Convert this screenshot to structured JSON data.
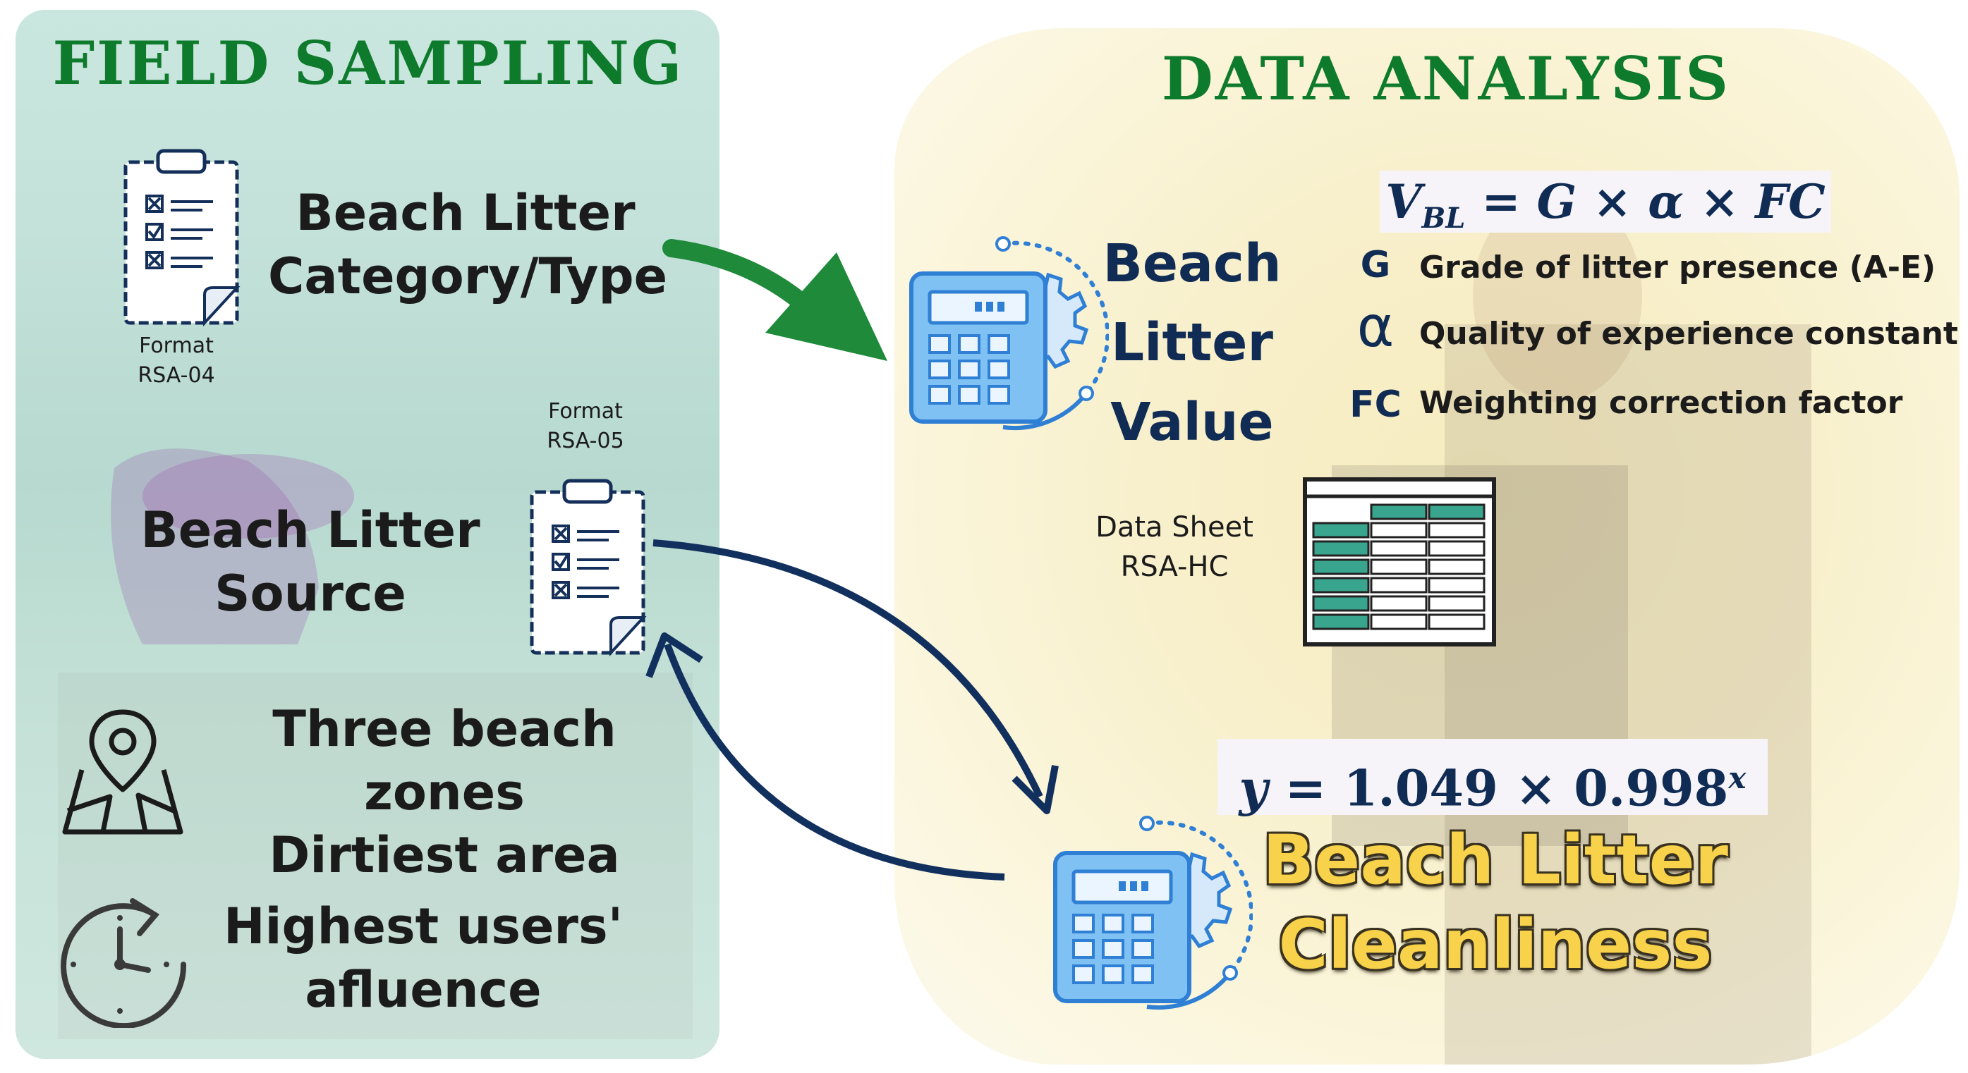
{
  "field_sampling": {
    "title": "FIELD SAMPLING",
    "item1": {
      "line1": "Beach Litter",
      "line2": "Category/Type",
      "format_line1": "Format",
      "format_line2": "RSA-04"
    },
    "item2": {
      "line1": "Beach Litter",
      "line2": "Source",
      "format_line1": "Format",
      "format_line2": "RSA-05"
    },
    "item3": {
      "line1": "Three beach zones",
      "line2": "Dirtiest area"
    },
    "item4": {
      "line1": "Highest users'",
      "line2": "afluence"
    }
  },
  "data_analysis": {
    "title": "DATA ANALYSIS",
    "value_label": {
      "line1": "Beach",
      "line2": "Litter",
      "line3": "Value"
    },
    "formula": {
      "lhs": "V",
      "lhs_sub": "BL",
      "rhs": " = G × α × FC"
    },
    "legend": [
      {
        "symbol": "G",
        "text": "Grade of litter presence (A-E)"
      },
      {
        "symbol": "α",
        "text": "Quality of experience constant"
      },
      {
        "symbol": "FC",
        "text": "Weighting correction factor"
      }
    ],
    "datasheet": {
      "line1": "Data Sheet",
      "line2": "RSA-HC"
    },
    "equation": {
      "lhs": "y",
      "mid": " = 1.049 × 0.998",
      "exp": "x"
    },
    "cleanliness": {
      "line1": "Beach Litter",
      "line2": "Cleanliness"
    }
  },
  "colors": {
    "green": "#0e7a2c",
    "navy": "#102c55",
    "accent_blue": "#3b8fe0",
    "yellow": "#f7d24a"
  },
  "icons": [
    "clipboard-icon",
    "map-pin-icon",
    "clock-icon",
    "calculator-gear-icon",
    "spreadsheet-icon"
  ]
}
